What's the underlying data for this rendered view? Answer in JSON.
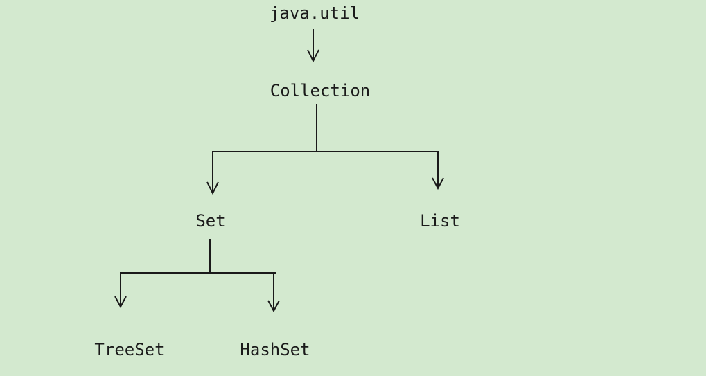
{
  "diagram": {
    "background_color": "#d3e9cf",
    "line_color": "#1a1a1a",
    "nodes": {
      "java_util": "java.util",
      "collection": "Collection",
      "set": "Set",
      "list": "List",
      "treeset": "TreeSet",
      "hashset": "HashSet"
    },
    "edges": [
      {
        "from": "java.util",
        "to": "Collection"
      },
      {
        "from": "Collection",
        "to": "Set"
      },
      {
        "from": "Collection",
        "to": "List"
      },
      {
        "from": "Set",
        "to": "TreeSet"
      },
      {
        "from": "Set",
        "to": "HashSet"
      }
    ]
  }
}
